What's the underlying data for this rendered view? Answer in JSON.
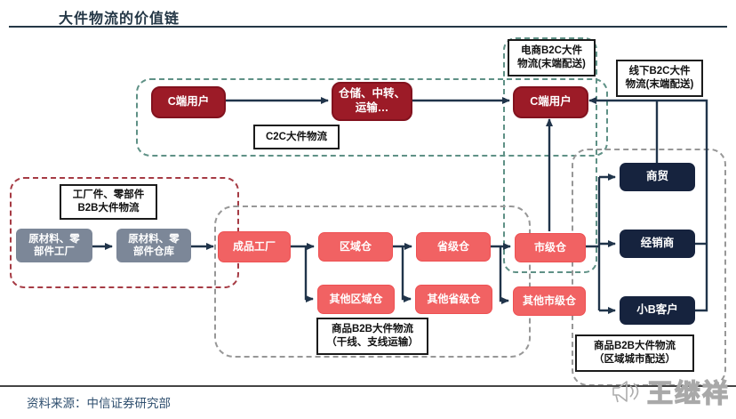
{
  "title": "大件物流的价值链",
  "regions": {
    "c2c": "C2C大件物流",
    "ecom_b2c": "电商B2C大件\n物流(末端配送)",
    "offline_b2c": "线下B2C大件\n物流(末端配送)",
    "factory_b2b": "工厂件、零部件\nB2B大件物流",
    "goods_b2b_trunk": "商品B2B大件物流\n（干线、支线运输）",
    "goods_b2b_city": "商品B2B大件物流\n（区域城市配送）"
  },
  "nodes": {
    "c_user_left": "C端用户",
    "warehouse_transfer": "仓储、中转、\n运输…",
    "c_user_right": "C端用户",
    "raw_factory": "原材料、零\n部件工厂",
    "raw_warehouse": "原材料、零\n部件仓库",
    "finished_factory": "成品工厂",
    "regional_wh": "区域仓",
    "provincial_wh": "省级仓",
    "city_wh": "市级仓",
    "other_regional_wh": "其他区域仓",
    "other_provincial_wh": "其他省级仓",
    "other_city_wh": "其他市级仓",
    "trade": "商贸",
    "distributor": "经销商",
    "small_b": "小B客户"
  },
  "footer": {
    "source": "资料来源：中信证券研究部"
  },
  "watermark": {
    "name": "王继祥",
    "icon": "megaphone-icon"
  },
  "colors": {
    "dark_red": "#9c1b27",
    "dark_red_border": "#82121e",
    "pink": "#f16263",
    "pink_border": "#ee5052",
    "slate": "#7c8798",
    "navy": "#16233e",
    "teal_border": "#5f9186",
    "red_border": "#a63b44",
    "gray_border": "#979797",
    "arrow": "#20344a",
    "title": "#243746",
    "source": "#2f4f6f"
  }
}
